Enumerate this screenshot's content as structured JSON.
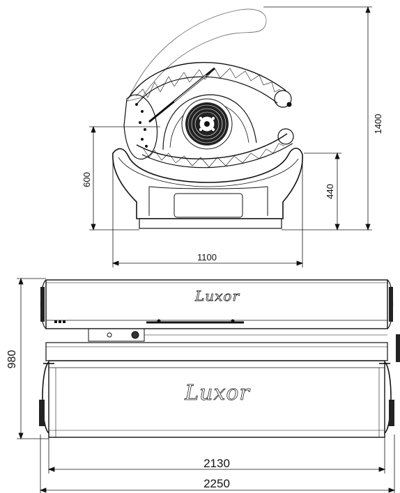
{
  "brand": {
    "name": "Luxor"
  },
  "side_view": {
    "dimensions": {
      "total_height": "1400",
      "lid_height": "600",
      "base_height": "440",
      "width": "1100"
    }
  },
  "top_view": {
    "dimensions": {
      "depth": "980",
      "inner_length": "2130",
      "total_length": "2250"
    }
  },
  "colors": {
    "line": "#111111",
    "thin": "#555555",
    "fan": "#222222"
  }
}
